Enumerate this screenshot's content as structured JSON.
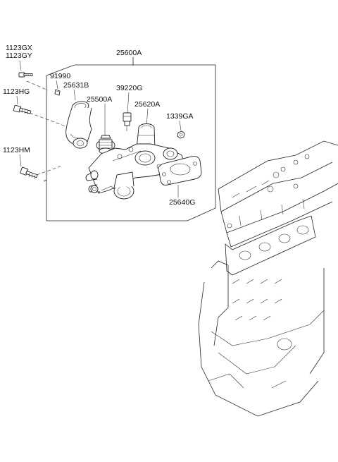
{
  "labels": {
    "assembly": "25600A",
    "bolt_gx": "1123GX",
    "bolt_gy": "1123GY",
    "bolt_hg": "1123HG",
    "bolt_hm": "1123HM",
    "clip": "91990",
    "fitting": "25631B",
    "thermostat": "25500A",
    "sensor": "39220G",
    "hose_outlet": "25620A",
    "nut": "1339GA",
    "gasket": "25640G"
  }
}
